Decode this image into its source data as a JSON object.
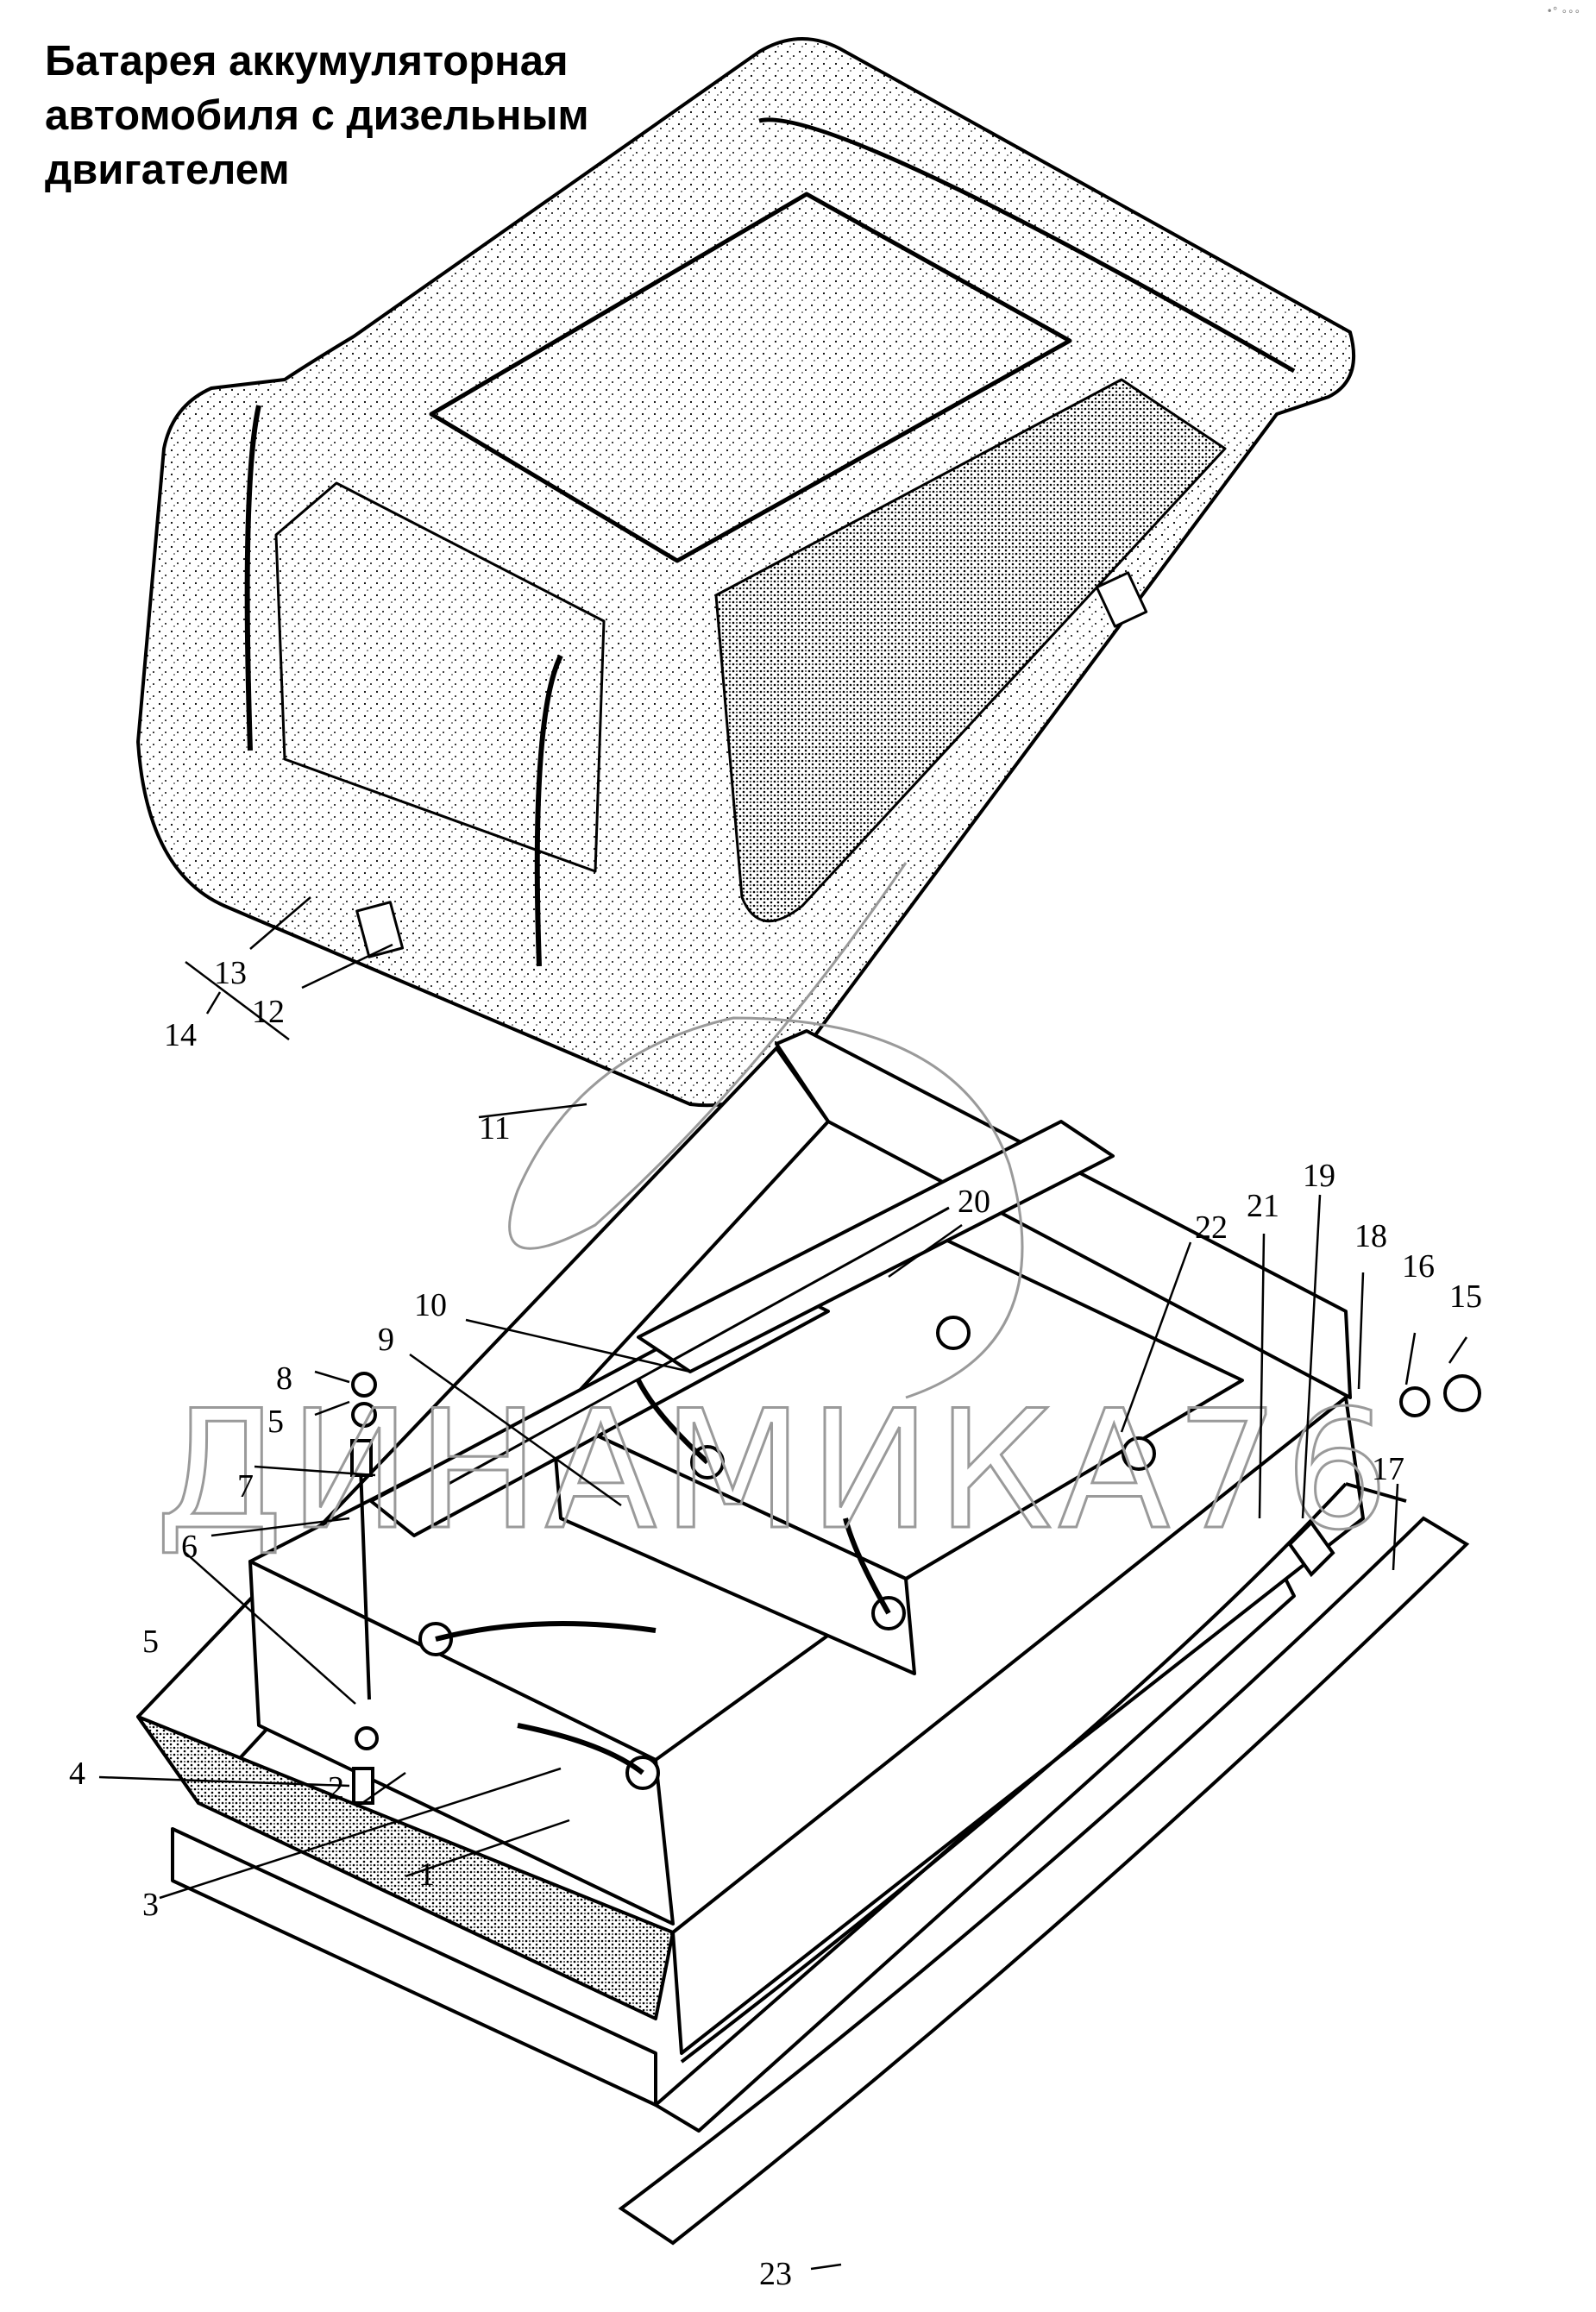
{
  "title": {
    "line1": "Батарея аккумуляторная",
    "line2": "автомобиля с дизельным",
    "line3": "двигателем"
  },
  "watermark": "ДИНАМИКА76",
  "corner_mark": "•° ∘∘∘",
  "callouts": [
    "1",
    "2",
    "3",
    "4",
    "5",
    "5",
    "6",
    "7",
    "8",
    "9",
    "10",
    "11",
    "12",
    "13",
    "14",
    "15",
    "16",
    "17",
    "18",
    "19",
    "20",
    "21",
    "22",
    "23"
  ],
  "colors": {
    "line": "#000000",
    "watermark": "#9a9a9a",
    "background": "#ffffff"
  }
}
